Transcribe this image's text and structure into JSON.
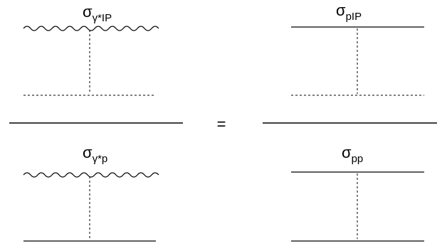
{
  "equation": {
    "equals_sign": "=",
    "numerator": {
      "left": {
        "symbol": "σ",
        "subscript": "γ*IP"
      },
      "right": {
        "symbol": "σ",
        "subscript": "pIP"
      }
    },
    "denominator": {
      "left": {
        "symbol": "σ",
        "subscript": "γ*p"
      },
      "right": {
        "symbol": "σ",
        "subscript": "pp"
      }
    }
  }
}
